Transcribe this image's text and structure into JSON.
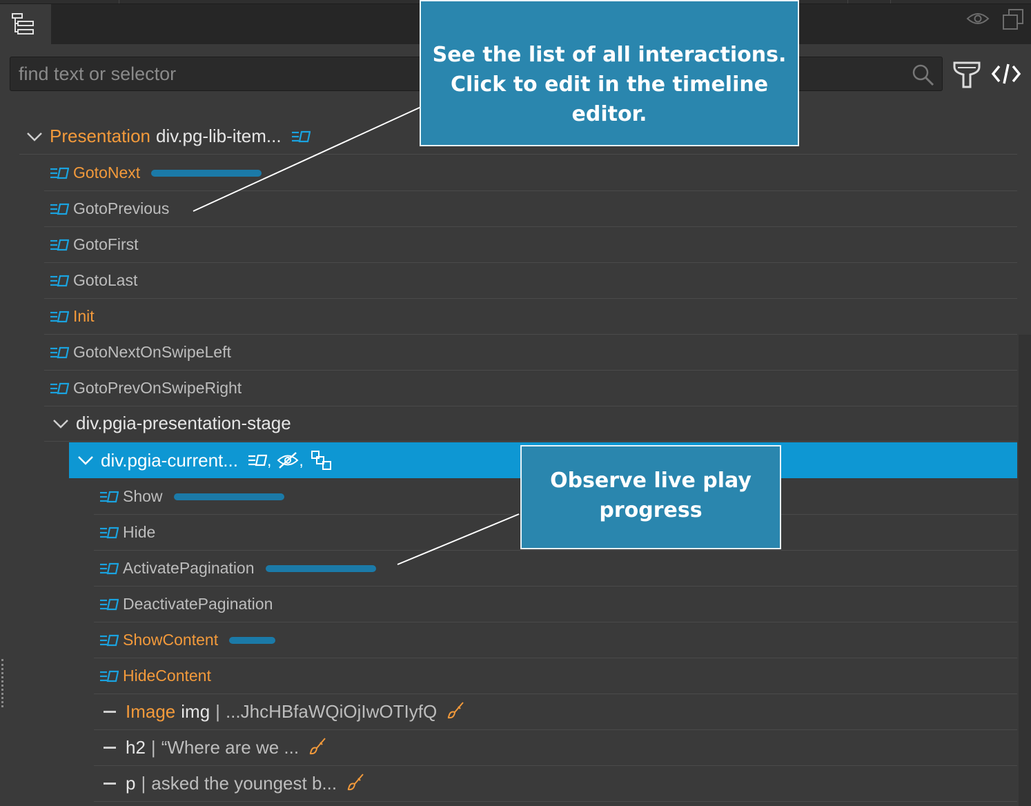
{
  "search": {
    "placeholder": "find text or selector"
  },
  "callouts": {
    "top": "See the list of all interactions. Click to edit in the timeline editor.",
    "bottom": "Observe live play progress"
  },
  "tree": {
    "root": {
      "name": "Presentation",
      "selector": "div.pg-lib-item..."
    },
    "root_interactions": [
      {
        "label": "GotoNext",
        "progress": 1
      },
      {
        "label": "GotoPrevious"
      },
      {
        "label": "GotoFirst"
      },
      {
        "label": "GotoLast"
      },
      {
        "label": "Init"
      },
      {
        "label": "GotoNextOnSwipeLeft"
      },
      {
        "label": "GotoPrevOnSwipeRight"
      }
    ],
    "stage": {
      "selector": "div.pgia-presentation-stage"
    },
    "current": {
      "selector": "div.pgia-current...",
      "suffix": ","
    },
    "current_interactions": [
      {
        "label": "Show",
        "progress": 1
      },
      {
        "label": "Hide"
      },
      {
        "label": "ActivatePagination",
        "progress": 1
      },
      {
        "label": "DeactivatePagination"
      },
      {
        "label": "ShowContent",
        "progress": 0.42
      },
      {
        "label": "HideContent"
      }
    ],
    "elements": [
      {
        "name": "Image",
        "tag": "img",
        "sep": "|",
        "text": "...JhcHBfaWQiOjIwOTIyfQ"
      },
      {
        "tag": "h2",
        "sep": "|",
        "text": "“Where are we ..."
      },
      {
        "tag": "p",
        "sep": "|",
        "text": "asked the youngest b..."
      }
    ]
  },
  "colors": {
    "accent": "#0e97d3",
    "orange": "#f39a3b",
    "callout": "#2a86ae",
    "progress": "#1b7aa8"
  }
}
